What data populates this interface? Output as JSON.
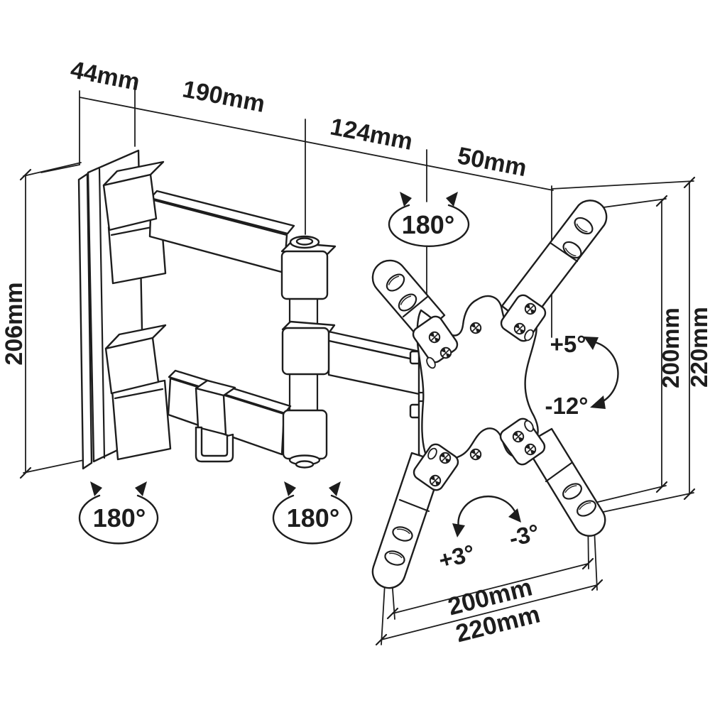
{
  "diagram": {
    "subject": "articulating-tv-wall-mount-technical-drawing",
    "colors": {
      "line": "#1d1d1d",
      "background": "#ffffff"
    },
    "dimensions": {
      "wall_plate_depth": "44mm",
      "arm_section_1": "190mm",
      "arm_section_2": "124mm",
      "plate_offset": "50mm",
      "wall_plate_height": "206mm",
      "vesa_height_inner": "200mm",
      "vesa_height_outer": "220mm",
      "vesa_width_inner": "200mm",
      "vesa_width_outer": "220mm"
    },
    "angles": {
      "swivel_vesa": "180°",
      "swivel_wall": "180°",
      "swivel_elbow": "180°",
      "tilt_up": "+5°",
      "tilt_down": "-12°",
      "level_left": "+3°",
      "level_right": "-3°"
    }
  }
}
